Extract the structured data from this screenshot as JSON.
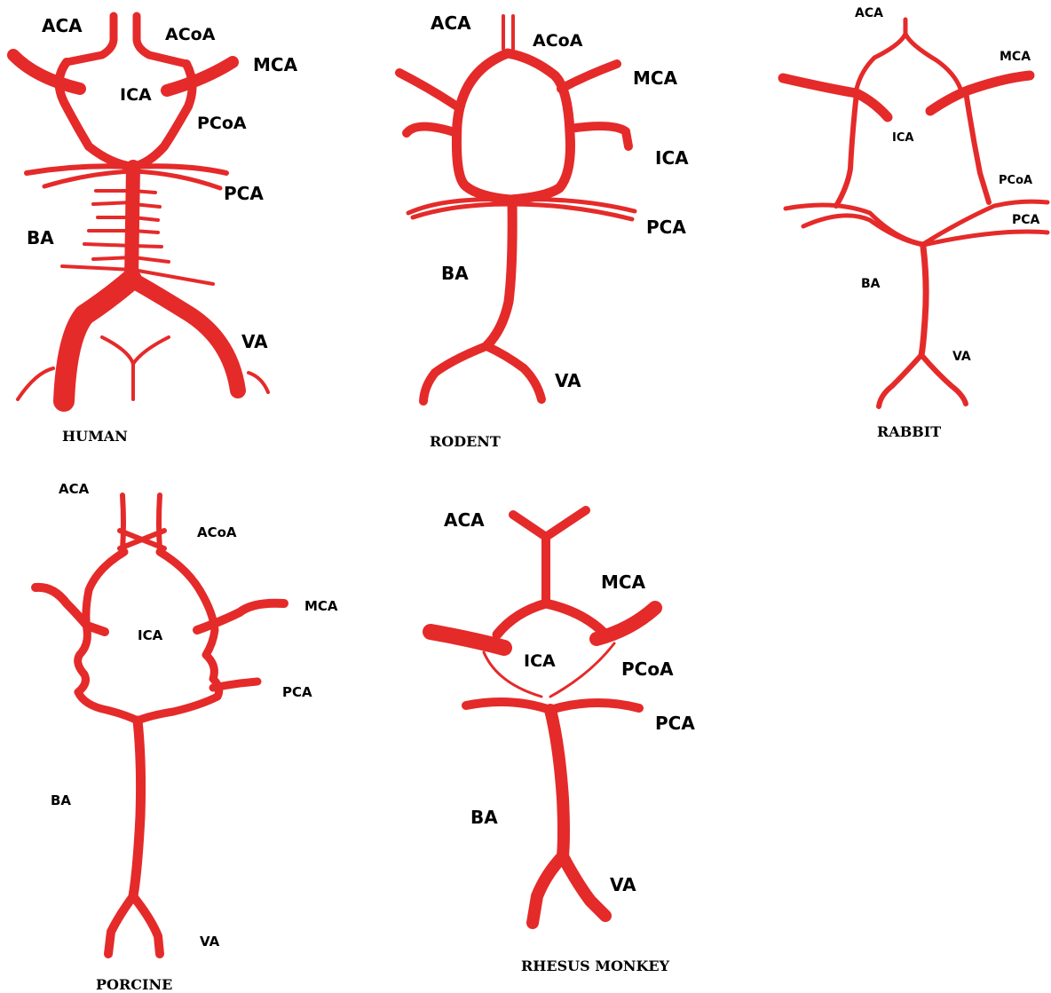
{
  "colors": {
    "vessel": "#e52a2a",
    "background": "#ffffff",
    "text": "#000000"
  },
  "panels": {
    "human": {
      "caption": "HUMAN",
      "labels": {
        "aca": "ACA",
        "acoa": "ACoA",
        "mca": "MCA",
        "ica": "ICA",
        "pcoa": "PCoA",
        "pca": "PCA",
        "ba": "BA",
        "va": "VA"
      }
    },
    "rodent": {
      "caption": "RODENT",
      "labels": {
        "aca": "ACA",
        "acoa": "ACoA",
        "mca": "MCA",
        "ica": "ICA",
        "pca": "PCA",
        "ba": "BA",
        "va": "VA"
      }
    },
    "rabbit": {
      "caption": "RABBIT",
      "labels": {
        "aca": "ACA",
        "mca": "MCA",
        "ica": "ICA",
        "pcoa": "PCoA",
        "pca": "PCA",
        "ba": "BA",
        "va": "VA"
      }
    },
    "porcine": {
      "caption": "PORCINE",
      "labels": {
        "aca": "ACA",
        "acoa": "ACoA",
        "mca": "MCA",
        "ica": "ICA",
        "pca": "PCA",
        "ba": "BA",
        "va": "VA"
      }
    },
    "rhesus": {
      "caption": "RHESUS MONKEY",
      "labels": {
        "aca": "ACA",
        "mca": "MCA",
        "ica": "ICA",
        "pcoa": "PCoA",
        "pca": "PCA",
        "ba": "BA",
        "va": "VA"
      }
    }
  }
}
